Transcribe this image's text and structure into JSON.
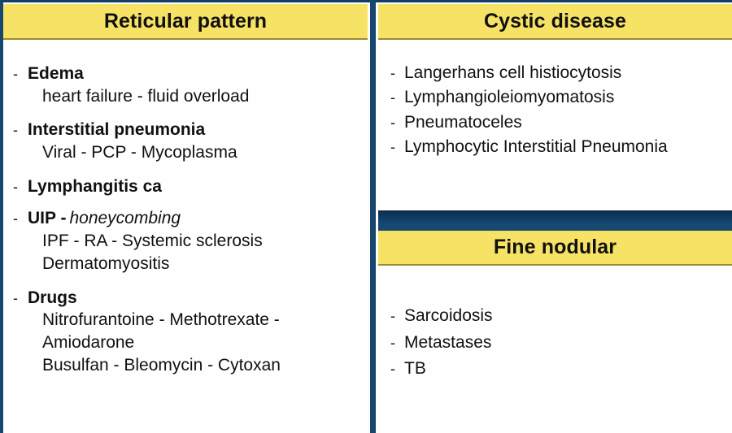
{
  "colors": {
    "header_yellow": "#f6e265",
    "navy": "#17466e",
    "navy_band_dark": "#0c2b49",
    "text": "#111111",
    "background": "#fefefe",
    "header_underline": "#9a8c33"
  },
  "left_panel": {
    "header": "Reticular pattern",
    "groups": [
      {
        "dash": "-",
        "title": "Edema",
        "title_italic": "",
        "sub_lines": [
          "heart failure - fluid overload"
        ]
      },
      {
        "dash": "-",
        "title": "Interstitial pneumonia",
        "title_italic": "",
        "sub_lines": [
          "Viral - PCP - Mycoplasma"
        ]
      },
      {
        "dash": "-",
        "title": "Lymphangitis ca",
        "title_italic": "",
        "sub_lines": []
      },
      {
        "dash": "-",
        "title": "UIP -",
        "title_italic": "honeycombing",
        "sub_lines": [
          "IPF - RA - Systemic sclerosis",
          "Dermatomyositis"
        ]
      },
      {
        "dash": "-",
        "title": "Drugs",
        "title_italic": "",
        "sub_lines": [
          "Nitrofurantoine - Methotrexate -",
          "Amiodarone",
          "Busulfan - Bleomycin - Cytoxan"
        ]
      }
    ]
  },
  "cystic_panel": {
    "header": "Cystic disease",
    "items": [
      {
        "dash": "-",
        "label": "Langerhans cell histiocytosis"
      },
      {
        "dash": "-",
        "label": "Lymphangioleiomyomatosis"
      },
      {
        "dash": "-",
        "label": "Pneumatoceles"
      },
      {
        "dash": "-",
        "label": "Lymphocytic Interstitial Pneumonia"
      }
    ]
  },
  "nodular_panel": {
    "header": "Fine nodular",
    "items": [
      {
        "dash": "-",
        "label": "Sarcoidosis"
      },
      {
        "dash": "-",
        "label": "Metastases"
      },
      {
        "dash": "-",
        "label": "TB"
      }
    ]
  }
}
